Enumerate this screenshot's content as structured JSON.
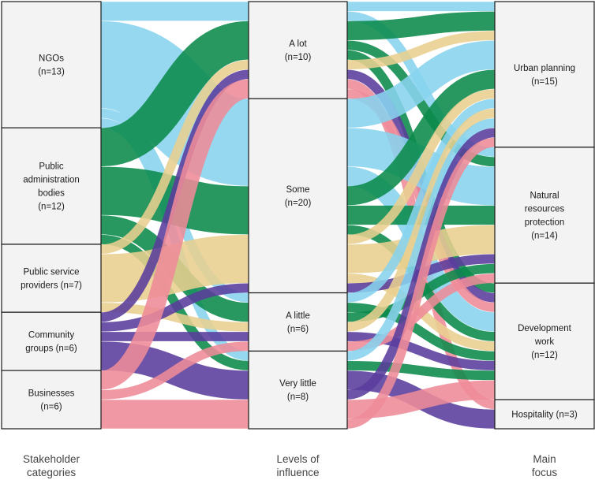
{
  "colors": {
    "light_blue": "#88d3ee",
    "green": "#0a8a4a",
    "tan": "#e8cf8f",
    "purple": "#5a3c9c",
    "pink": "#ee8b98"
  },
  "columns": [
    {
      "key": "stakeholder",
      "label_lines": [
        "Stakeholder",
        "categories"
      ]
    },
    {
      "key": "influence",
      "label_lines": [
        "Levels of",
        "influence"
      ]
    },
    {
      "key": "focus",
      "label_lines": [
        "Main",
        "focus"
      ]
    }
  ],
  "nodes": {
    "stakeholder": [
      {
        "id": "ngos",
        "lines": [
          "NGOs",
          "(n=13)"
        ],
        "n": 13
      },
      {
        "id": "public-admin",
        "lines": [
          "Public",
          "administration",
          "bodies",
          "(n=12)"
        ],
        "n": 12
      },
      {
        "id": "public-service",
        "lines": [
          "Public service",
          "providers (n=7)"
        ],
        "n": 7
      },
      {
        "id": "community",
        "lines": [
          "Community",
          "groups (n=6)"
        ],
        "n": 6
      },
      {
        "id": "businesses",
        "lines": [
          "Businesses",
          "(n=6)"
        ],
        "n": 6
      }
    ],
    "influence": [
      {
        "id": "a-lot",
        "lines": [
          "A lot",
          "(n=10)"
        ],
        "n": 10
      },
      {
        "id": "some",
        "lines": [
          "Some",
          "(n=20)"
        ],
        "n": 20
      },
      {
        "id": "a-little",
        "lines": [
          "A little",
          "(n=6)"
        ],
        "n": 6
      },
      {
        "id": "very-little",
        "lines": [
          "Very little",
          "(n=8)"
        ],
        "n": 8
      }
    ],
    "focus": [
      {
        "id": "urban-planning",
        "lines": [
          "Urban planning",
          "(n=15)"
        ],
        "n": 15
      },
      {
        "id": "natural-resources",
        "lines": [
          "Natural",
          "resources",
          "protection",
          "(n=14)"
        ],
        "n": 14
      },
      {
        "id": "development",
        "lines": [
          "Development",
          "work",
          "(n=12)"
        ],
        "n": 12
      },
      {
        "id": "hospitality",
        "lines": [
          "Hospitality (n=3)"
        ],
        "n": 3
      }
    ]
  },
  "flows_left": [
    {
      "from": "ngos",
      "to": "a-lot",
      "value": 2,
      "color": "light_blue"
    },
    {
      "from": "ngos",
      "to": "some",
      "value": 9,
      "color": "light_blue"
    },
    {
      "from": "ngos",
      "to": "a-little",
      "value": 1,
      "color": "light_blue"
    },
    {
      "from": "ngos",
      "to": "very-little",
      "value": 1,
      "color": "light_blue"
    },
    {
      "from": "public-admin",
      "to": "a-lot",
      "value": 4,
      "color": "green"
    },
    {
      "from": "public-admin",
      "to": "some",
      "value": 5,
      "color": "green"
    },
    {
      "from": "public-admin",
      "to": "a-little",
      "value": 2,
      "color": "green"
    },
    {
      "from": "public-admin",
      "to": "very-little",
      "value": 1,
      "color": "green"
    },
    {
      "from": "public-service",
      "to": "a-lot",
      "value": 1,
      "color": "tan"
    },
    {
      "from": "public-service",
      "to": "some",
      "value": 5,
      "color": "tan"
    },
    {
      "from": "public-service",
      "to": "a-little",
      "value": 1,
      "color": "tan"
    },
    {
      "from": "community",
      "to": "a-lot",
      "value": 1,
      "color": "purple"
    },
    {
      "from": "community",
      "to": "some",
      "value": 1,
      "color": "purple"
    },
    {
      "from": "community",
      "to": "a-little",
      "value": 1,
      "color": "purple"
    },
    {
      "from": "community",
      "to": "very-little",
      "value": 3,
      "color": "purple"
    },
    {
      "from": "businesses",
      "to": "a-lot",
      "value": 2,
      "color": "pink"
    },
    {
      "from": "businesses",
      "to": "a-little",
      "value": 1,
      "color": "pink"
    },
    {
      "from": "businesses",
      "to": "very-little",
      "value": 3,
      "color": "pink"
    }
  ],
  "flows_right": [
    {
      "from": "a-lot",
      "to": "urban-planning",
      "value": 1,
      "color": "light_blue"
    },
    {
      "from": "a-lot",
      "to": "natural-resources",
      "value": 1,
      "color": "light_blue"
    },
    {
      "from": "a-lot",
      "to": "urban-planning",
      "value": 2,
      "color": "green"
    },
    {
      "from": "a-lot",
      "to": "natural-resources",
      "value": 1,
      "color": "green"
    },
    {
      "from": "a-lot",
      "to": "development",
      "value": 1,
      "color": "green"
    },
    {
      "from": "a-lot",
      "to": "urban-planning",
      "value": 1,
      "color": "tan"
    },
    {
      "from": "a-lot",
      "to": "development",
      "value": 1,
      "color": "purple"
    },
    {
      "from": "a-lot",
      "to": "hospitality",
      "value": 1,
      "color": "pink"
    },
    {
      "from": "a-lot",
      "to": "development",
      "value": 1,
      "color": "pink"
    },
    {
      "from": "some",
      "to": "urban-planning",
      "value": 3,
      "color": "light_blue"
    },
    {
      "from": "some",
      "to": "natural-resources",
      "value": 4,
      "color": "light_blue"
    },
    {
      "from": "some",
      "to": "development",
      "value": 2,
      "color": "light_blue"
    },
    {
      "from": "some",
      "to": "urban-planning",
      "value": 2,
      "color": "green"
    },
    {
      "from": "some",
      "to": "natural-resources",
      "value": 2,
      "color": "green"
    },
    {
      "from": "some",
      "to": "development",
      "value": 1,
      "color": "green"
    },
    {
      "from": "some",
      "to": "urban-planning",
      "value": 1,
      "color": "tan"
    },
    {
      "from": "some",
      "to": "natural-resources",
      "value": 3,
      "color": "tan"
    },
    {
      "from": "some",
      "to": "development",
      "value": 1,
      "color": "tan"
    },
    {
      "from": "some",
      "to": "natural-resources",
      "value": 1,
      "color": "purple"
    },
    {
      "from": "a-little",
      "to": "urban-planning",
      "value": 1,
      "color": "light_blue"
    },
    {
      "from": "a-little",
      "to": "development",
      "value": 1,
      "color": "green"
    },
    {
      "from": "a-little",
      "to": "natural-resources",
      "value": 1,
      "color": "green"
    },
    {
      "from": "a-little",
      "to": "urban-planning",
      "value": 1,
      "color": "tan"
    },
    {
      "from": "a-little",
      "to": "development",
      "value": 1,
      "color": "purple"
    },
    {
      "from": "a-little",
      "to": "natural-resources",
      "value": 1,
      "color": "pink"
    },
    {
      "from": "very-little",
      "to": "urban-planning",
      "value": 1,
      "color": "light_blue"
    },
    {
      "from": "very-little",
      "to": "development",
      "value": 1,
      "color": "green"
    },
    {
      "from": "very-little",
      "to": "hospitality",
      "value": 2,
      "color": "purple"
    },
    {
      "from": "very-little",
      "to": "urban-planning",
      "value": 1,
      "color": "purple"
    },
    {
      "from": "very-little",
      "to": "development",
      "value": 2,
      "color": "pink"
    },
    {
      "from": "very-little",
      "to": "urban-planning",
      "value": 1,
      "color": "pink"
    }
  ]
}
